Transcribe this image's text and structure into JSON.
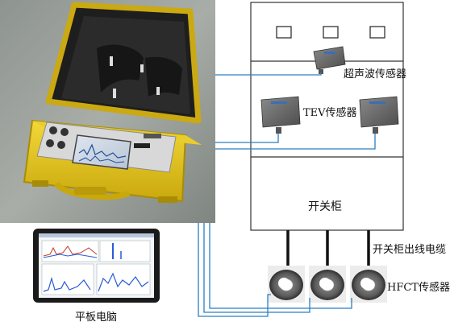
{
  "labels": {
    "ultrasonic_sensor": "超声波传感器",
    "tev_sensor": "TEV传感器",
    "switchgear": "开关柜",
    "outgoing_cable": "开关柜出线电缆",
    "hfct_sensor": "HFCT传感器",
    "tablet_pc": "平板电脑"
  },
  "colors": {
    "wire": "#2a7fc4",
    "case": "#e4c215",
    "cable": "#111111",
    "cabinet_line": "#333333"
  }
}
